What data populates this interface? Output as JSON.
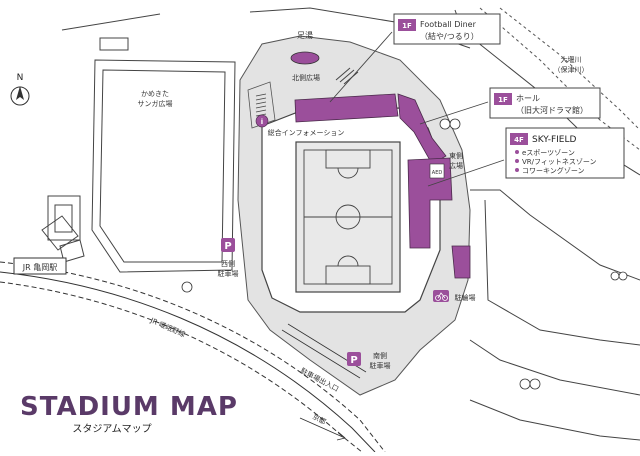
{
  "colors": {
    "accent": "#9b4f9b",
    "title": "#5a3a68",
    "ground": "#e3e3e3",
    "road": "#ffffff",
    "field": "#e9e9e9",
    "line": "#444444"
  },
  "compass": {
    "letter": "N"
  },
  "title": {
    "main": "STADIUM MAP",
    "sub": "スタジアムマップ"
  },
  "places": {
    "ashiyu": "足湯",
    "north_plaza": "北側広場",
    "kamekita": "かめきた",
    "sanga": "サンガ広場",
    "jr_station": "JR 亀岡駅",
    "jr_line": "JR 嵯峨野線",
    "info": "総合インフォメーション",
    "east_plaza_1": "東側",
    "east_plaza_2": "広場",
    "west_parking_1": "西側",
    "west_parking_2": "駐車場",
    "south_parking_1": "南側",
    "south_parking_2": "駐車場",
    "bike_parking": "駐輪場",
    "parking_exit": "駐車場出入口",
    "kyoto": "京都",
    "river_1": "大堰川",
    "river_2": "（保津川）",
    "aed": "AED"
  },
  "callouts": {
    "diner": {
      "floor": "1F",
      "line1": "Football Diner",
      "line2": "（結や/つるり）"
    },
    "hall": {
      "floor": "1F",
      "line1": "ホール",
      "line2": "（旧大河ドラマ館）"
    },
    "sky": {
      "floor": "4F",
      "line1": "SKY-FIELD",
      "items": [
        "eスポーツゾーン",
        "VR/フィットネスゾーン",
        "コワーキングゾーン"
      ]
    }
  },
  "icons": {
    "parking_letter": "P",
    "info_letter": "i"
  }
}
